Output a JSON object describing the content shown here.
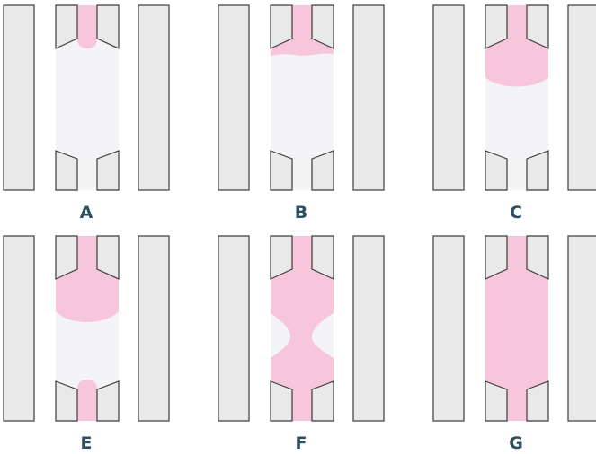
{
  "colors": {
    "wall_fill": "#e9e9ea",
    "outline": "#3b3b3b",
    "chamber_fill": "#f4f4f6",
    "liquid_fill": "#f7c6dc",
    "label_color": "#2b4f5c",
    "background": "#ffffff"
  },
  "panels": [
    {
      "id": "a",
      "label": "A",
      "state": "drop-at-upper-nozzle"
    },
    {
      "id": "b",
      "label": "B",
      "state": "liquid-spreading-at-top"
    },
    {
      "id": "c",
      "label": "C",
      "state": "upper-meniscus-forming"
    },
    {
      "id": "e",
      "label": "E",
      "state": "upper-meniscus-and-lower-drop"
    },
    {
      "id": "f",
      "label": "F",
      "state": "liquid-bridge-necking"
    },
    {
      "id": "g",
      "label": "G",
      "state": "chamber-filled"
    }
  ]
}
